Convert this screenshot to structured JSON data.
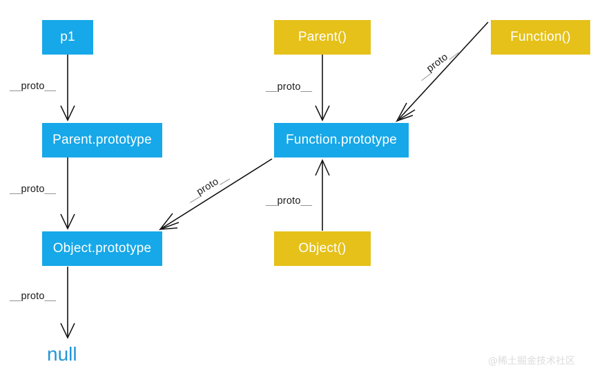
{
  "diagram": {
    "title": "JavaScript prototype chain",
    "background": "#ffffff",
    "colors": {
      "instance_blue": "#16a8e8",
      "constructor_yellow": "#e5c11a",
      "null_text_blue": "#2196d8",
      "edge_black": "#111111",
      "label_gray": "#8d8d8d",
      "watermark_gray": "#dcdcdc"
    },
    "nodes": [
      {
        "id": "p1",
        "label": "p1",
        "kind": "blue"
      },
      {
        "id": "parent_prototype",
        "label": "Parent.prototype",
        "kind": "blue"
      },
      {
        "id": "object_prototype",
        "label": "Object.prototype",
        "kind": "blue"
      },
      {
        "id": "parent_fn",
        "label": "Parent()",
        "kind": "yellow"
      },
      {
        "id": "function_prototype",
        "label": "Function.prototype",
        "kind": "blue"
      },
      {
        "id": "function_fn",
        "label": "Function()",
        "kind": "yellow"
      },
      {
        "id": "object_fn",
        "label": "Object()",
        "kind": "yellow"
      },
      {
        "id": "null_value",
        "label": "null",
        "kind": "plain"
      }
    ],
    "edges": [
      {
        "from": "p1",
        "to": "parent_prototype",
        "label": "__proto__"
      },
      {
        "from": "parent_prototype",
        "to": "object_prototype",
        "label": "__proto__"
      },
      {
        "from": "object_prototype",
        "to": "null_value",
        "label": "__proto__"
      },
      {
        "from": "parent_fn",
        "to": "function_prototype",
        "label": "__proto__"
      },
      {
        "from": "function_fn",
        "to": "function_prototype",
        "label": "__proto__"
      },
      {
        "from": "function_prototype",
        "to": "object_prototype",
        "label": "__proto__"
      },
      {
        "from": "object_fn",
        "to": "function_prototype",
        "label": "__proto__"
      }
    ],
    "edge_label_text": {
      "prefix": "__",
      "core": "proto",
      "suffix": "__",
      "full": "__proto__"
    },
    "watermark": "@稀土掘金技术社区"
  }
}
